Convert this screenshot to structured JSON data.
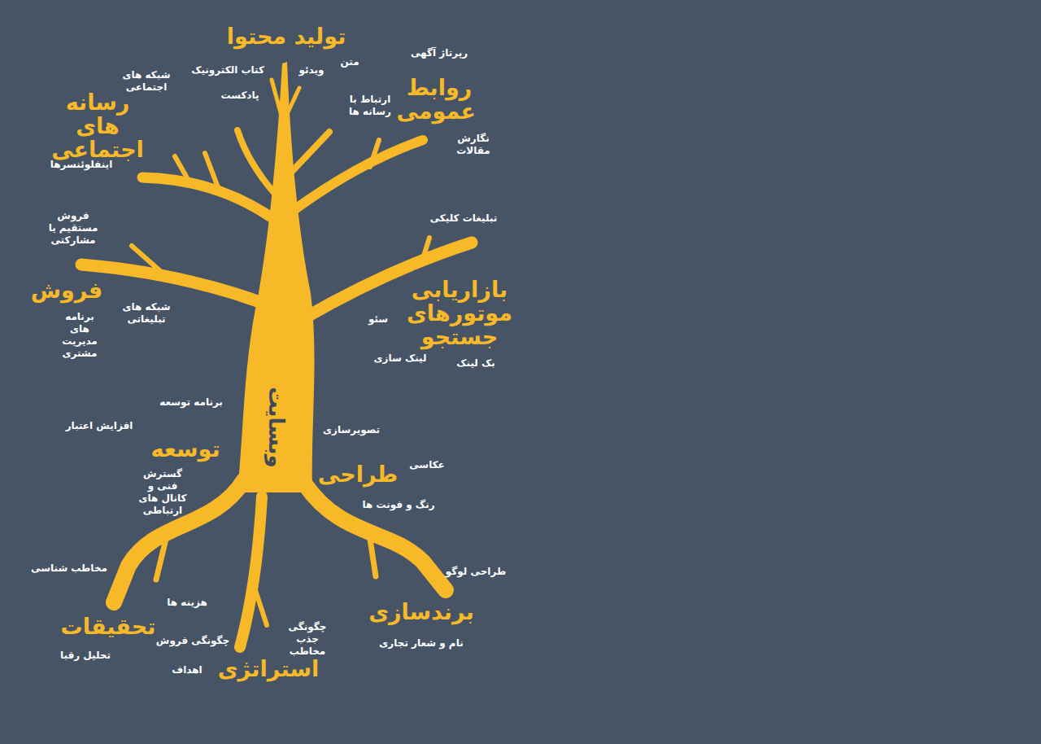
{
  "diagram": {
    "labels": [
      "تولید محتوا",
      "کتاب الکترونیک",
      "ویدئو",
      "متن",
      "رپرتاژ آگهی",
      "شبکه های اجتماعی",
      "پادکست",
      "روابط عمومی",
      "ارتباط با رسانه ها",
      "رسانه های اجتماعی",
      "نگارش مقالات",
      "اینفلوئنسرها",
      "تبلیغات کلیکی",
      "فروش مستقیم یا مشارکتی",
      "بازاریابی موتورهای جستجو",
      "سئو",
      "فروش",
      "شبکه های تبلیغاتی",
      "لینک سازی",
      "بک لینک",
      "برنامه های مدیریت مشتری",
      "برنامه توسعه",
      "افزایش اعتبار",
      "وبسایت",
      "تصویرسازی",
      "توسعه",
      "عکاسی",
      "طراحی",
      "گسترش فنی و کانال های ارتباطی",
      "رنگ و فونت ها",
      "مخاطب شناسی",
      "طراحی لوگو",
      "هزینه ها",
      "برندسازی",
      "تحقیقات",
      "چگونگی جذب مخاطب",
      "چگونگی فروش",
      "نام و شعار تجاری",
      "تحلیل رقبا",
      "اهداف",
      "استراتژی"
    ]
  }
}
